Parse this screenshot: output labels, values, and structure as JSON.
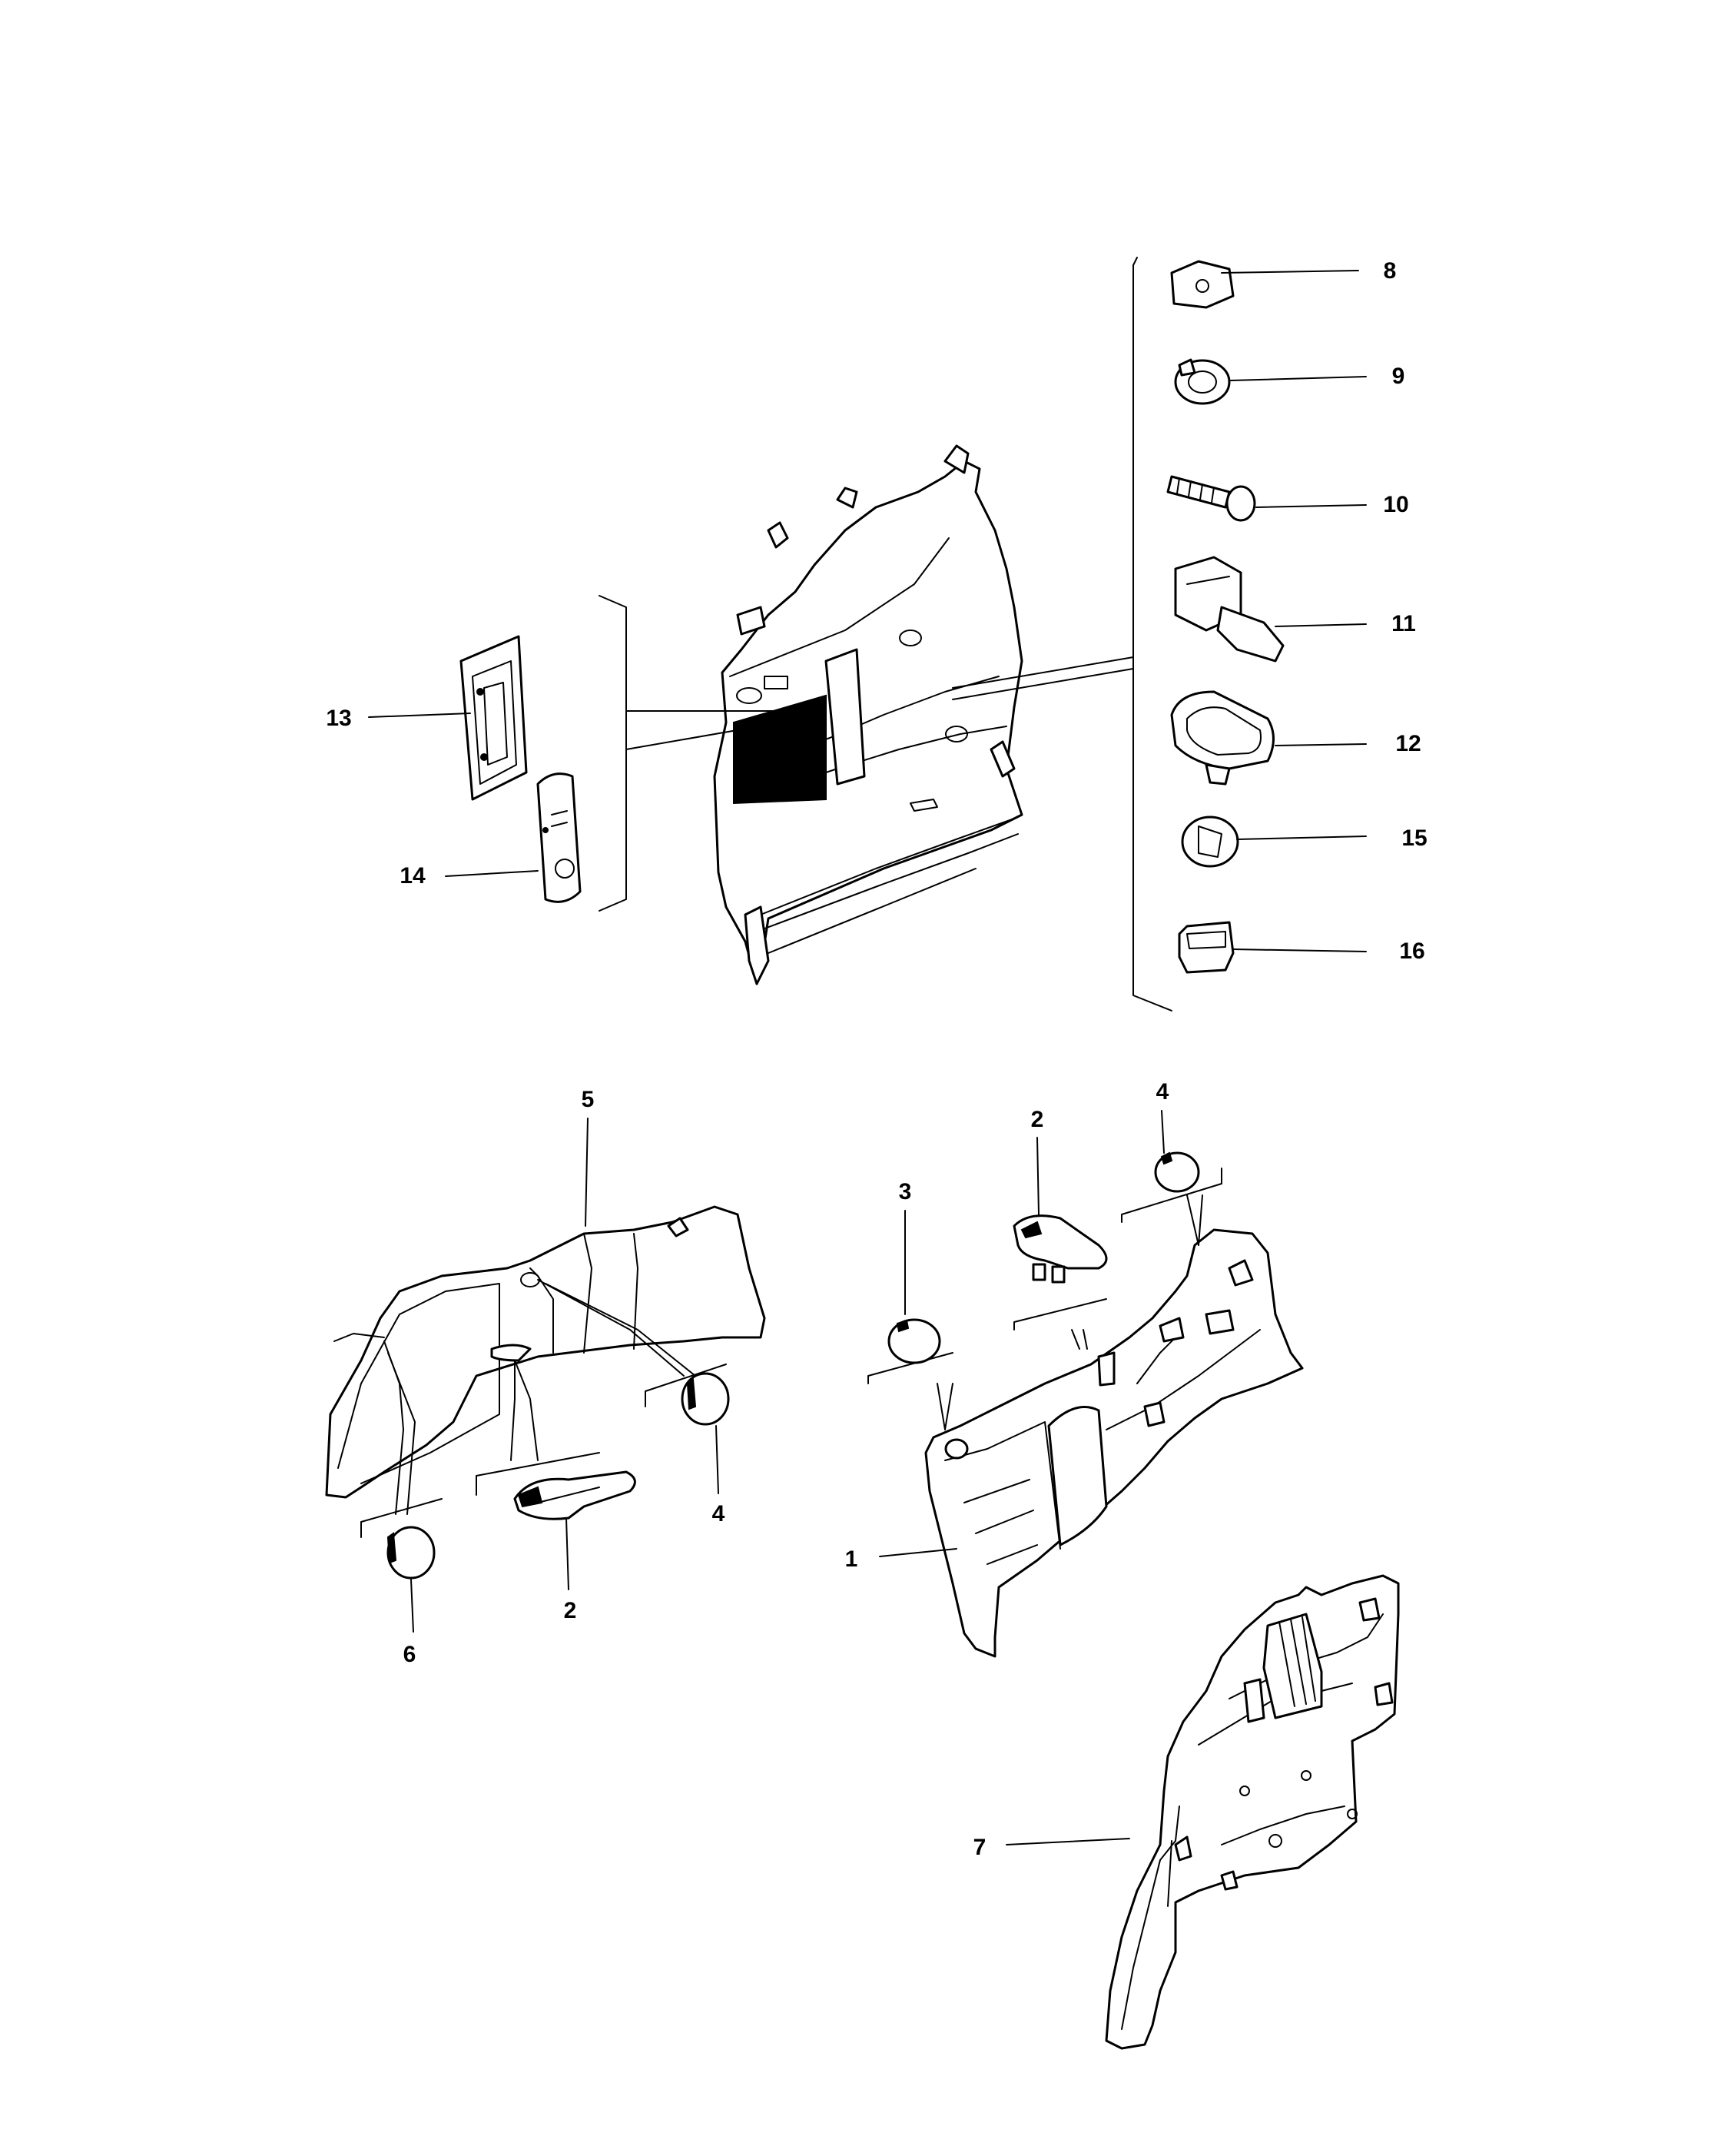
{
  "diagram": {
    "callouts": [
      "8",
      "9",
      "10",
      "11",
      "12",
      "15",
      "16",
      "13",
      "14",
      "5",
      "2",
      "4",
      "3",
      "2",
      "4",
      "6",
      "1",
      "7"
    ]
  }
}
